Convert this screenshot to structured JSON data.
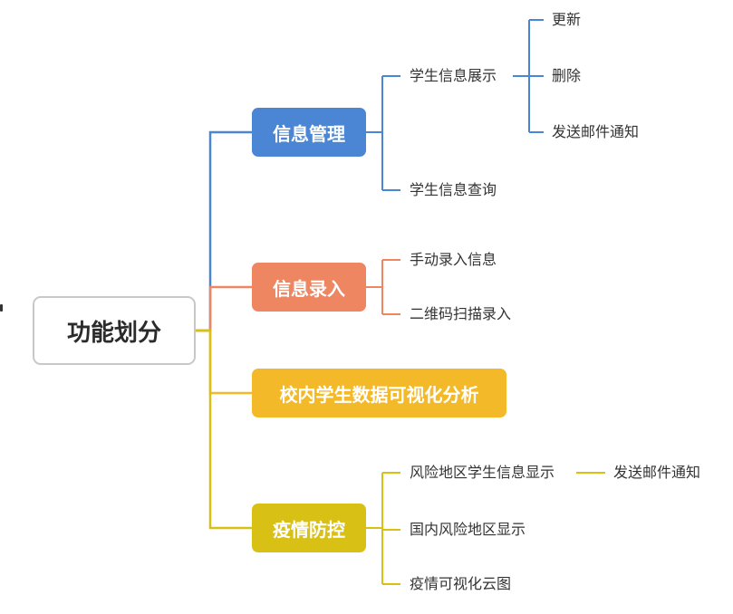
{
  "root": {
    "label": "功能划分"
  },
  "colors": {
    "info_management": "#4a86d4",
    "info_entry": "#ee8662",
    "visualization": "#f4b929",
    "epidemic": "#d9c014",
    "root_border": "#c8c8c8"
  },
  "branches": [
    {
      "label": "信息管理",
      "children": [
        {
          "label": "学生信息展示",
          "children": [
            "更新",
            "删除",
            "发送邮件通知"
          ]
        },
        {
          "label": "学生信息查询"
        }
      ]
    },
    {
      "label": "信息录入",
      "children": [
        {
          "label": "手动录入信息"
        },
        {
          "label": "二维码扫描录入"
        }
      ]
    },
    {
      "label": "校内学生数据可视化分析"
    },
    {
      "label": "疫情防控",
      "children": [
        {
          "label": "风险地区学生信息显示",
          "children": [
            "发送邮件通知"
          ]
        },
        {
          "label": "国内风险地区显示"
        },
        {
          "label": "疫情可视化云图"
        }
      ]
    }
  ]
}
